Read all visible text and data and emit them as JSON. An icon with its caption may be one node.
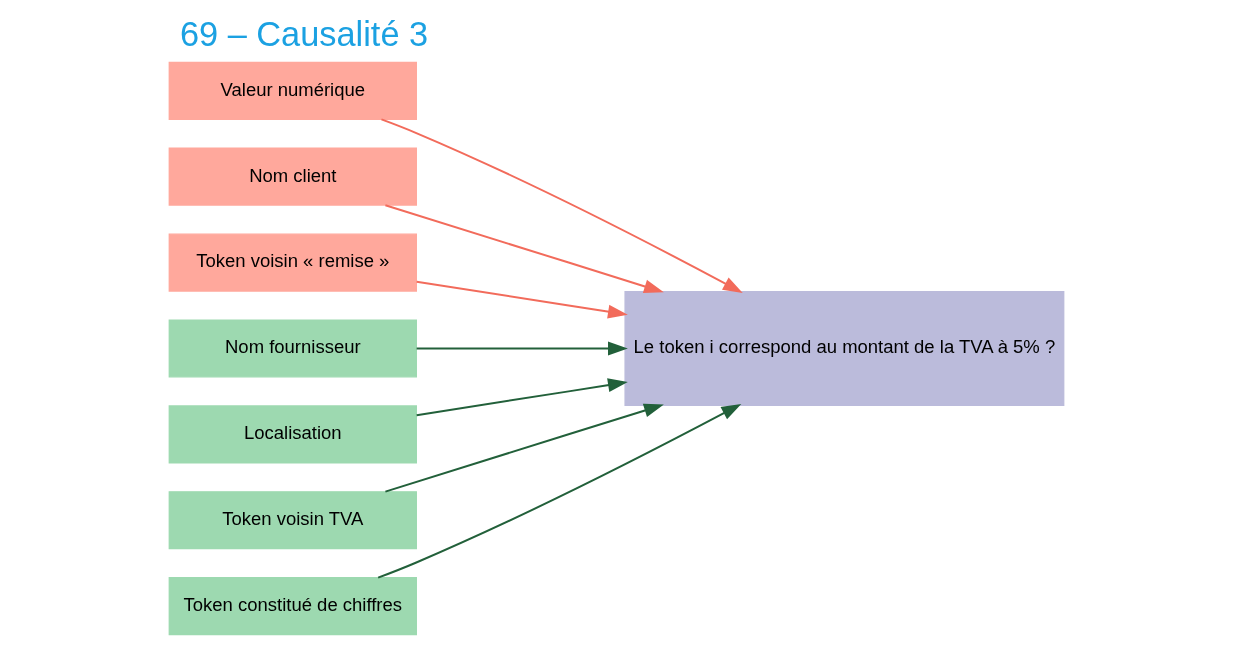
{
  "diagram": {
    "title": "69 – Causalité 3",
    "nodes": [
      {
        "text": [
          "Valeur numérique"
        ]
      },
      {
        "text": [
          "Nom client"
        ]
      },
      {
        "text": [
          "Token voisin « remise »"
        ]
      },
      {
        "text": [
          "Nom fournisseur"
        ]
      },
      {
        "text": [
          "Localisation"
        ]
      },
      {
        "text": [
          "Token voisin TVA"
        ]
      },
      {
        "text": [
          "Token constitué de chiffres"
        ]
      },
      {
        "text": [
          "Le token i correspond au montant de la TVA à 5% ?"
        ]
      }
    ],
    "edges": [
      {
        "from": 1,
        "to": 7,
        "arrow": "to",
        "color": "#f26b5b"
      },
      {
        "from": 0,
        "to": 7,
        "arrow": "to",
        "color": "#f26b5b"
      },
      {
        "from": 2,
        "to": 7,
        "arrow": "to",
        "color": "#f26b5b"
      },
      {
        "from": 3,
        "to": 7,
        "arrow": "to"
      },
      {
        "from": 4,
        "to": 7,
        "arrow": "to"
      },
      {
        "from": 5,
        "to": 7,
        "arrow": "to"
      },
      {
        "from": 6,
        "to": 7,
        "arrow": "to"
      }
    ]
  }
}
